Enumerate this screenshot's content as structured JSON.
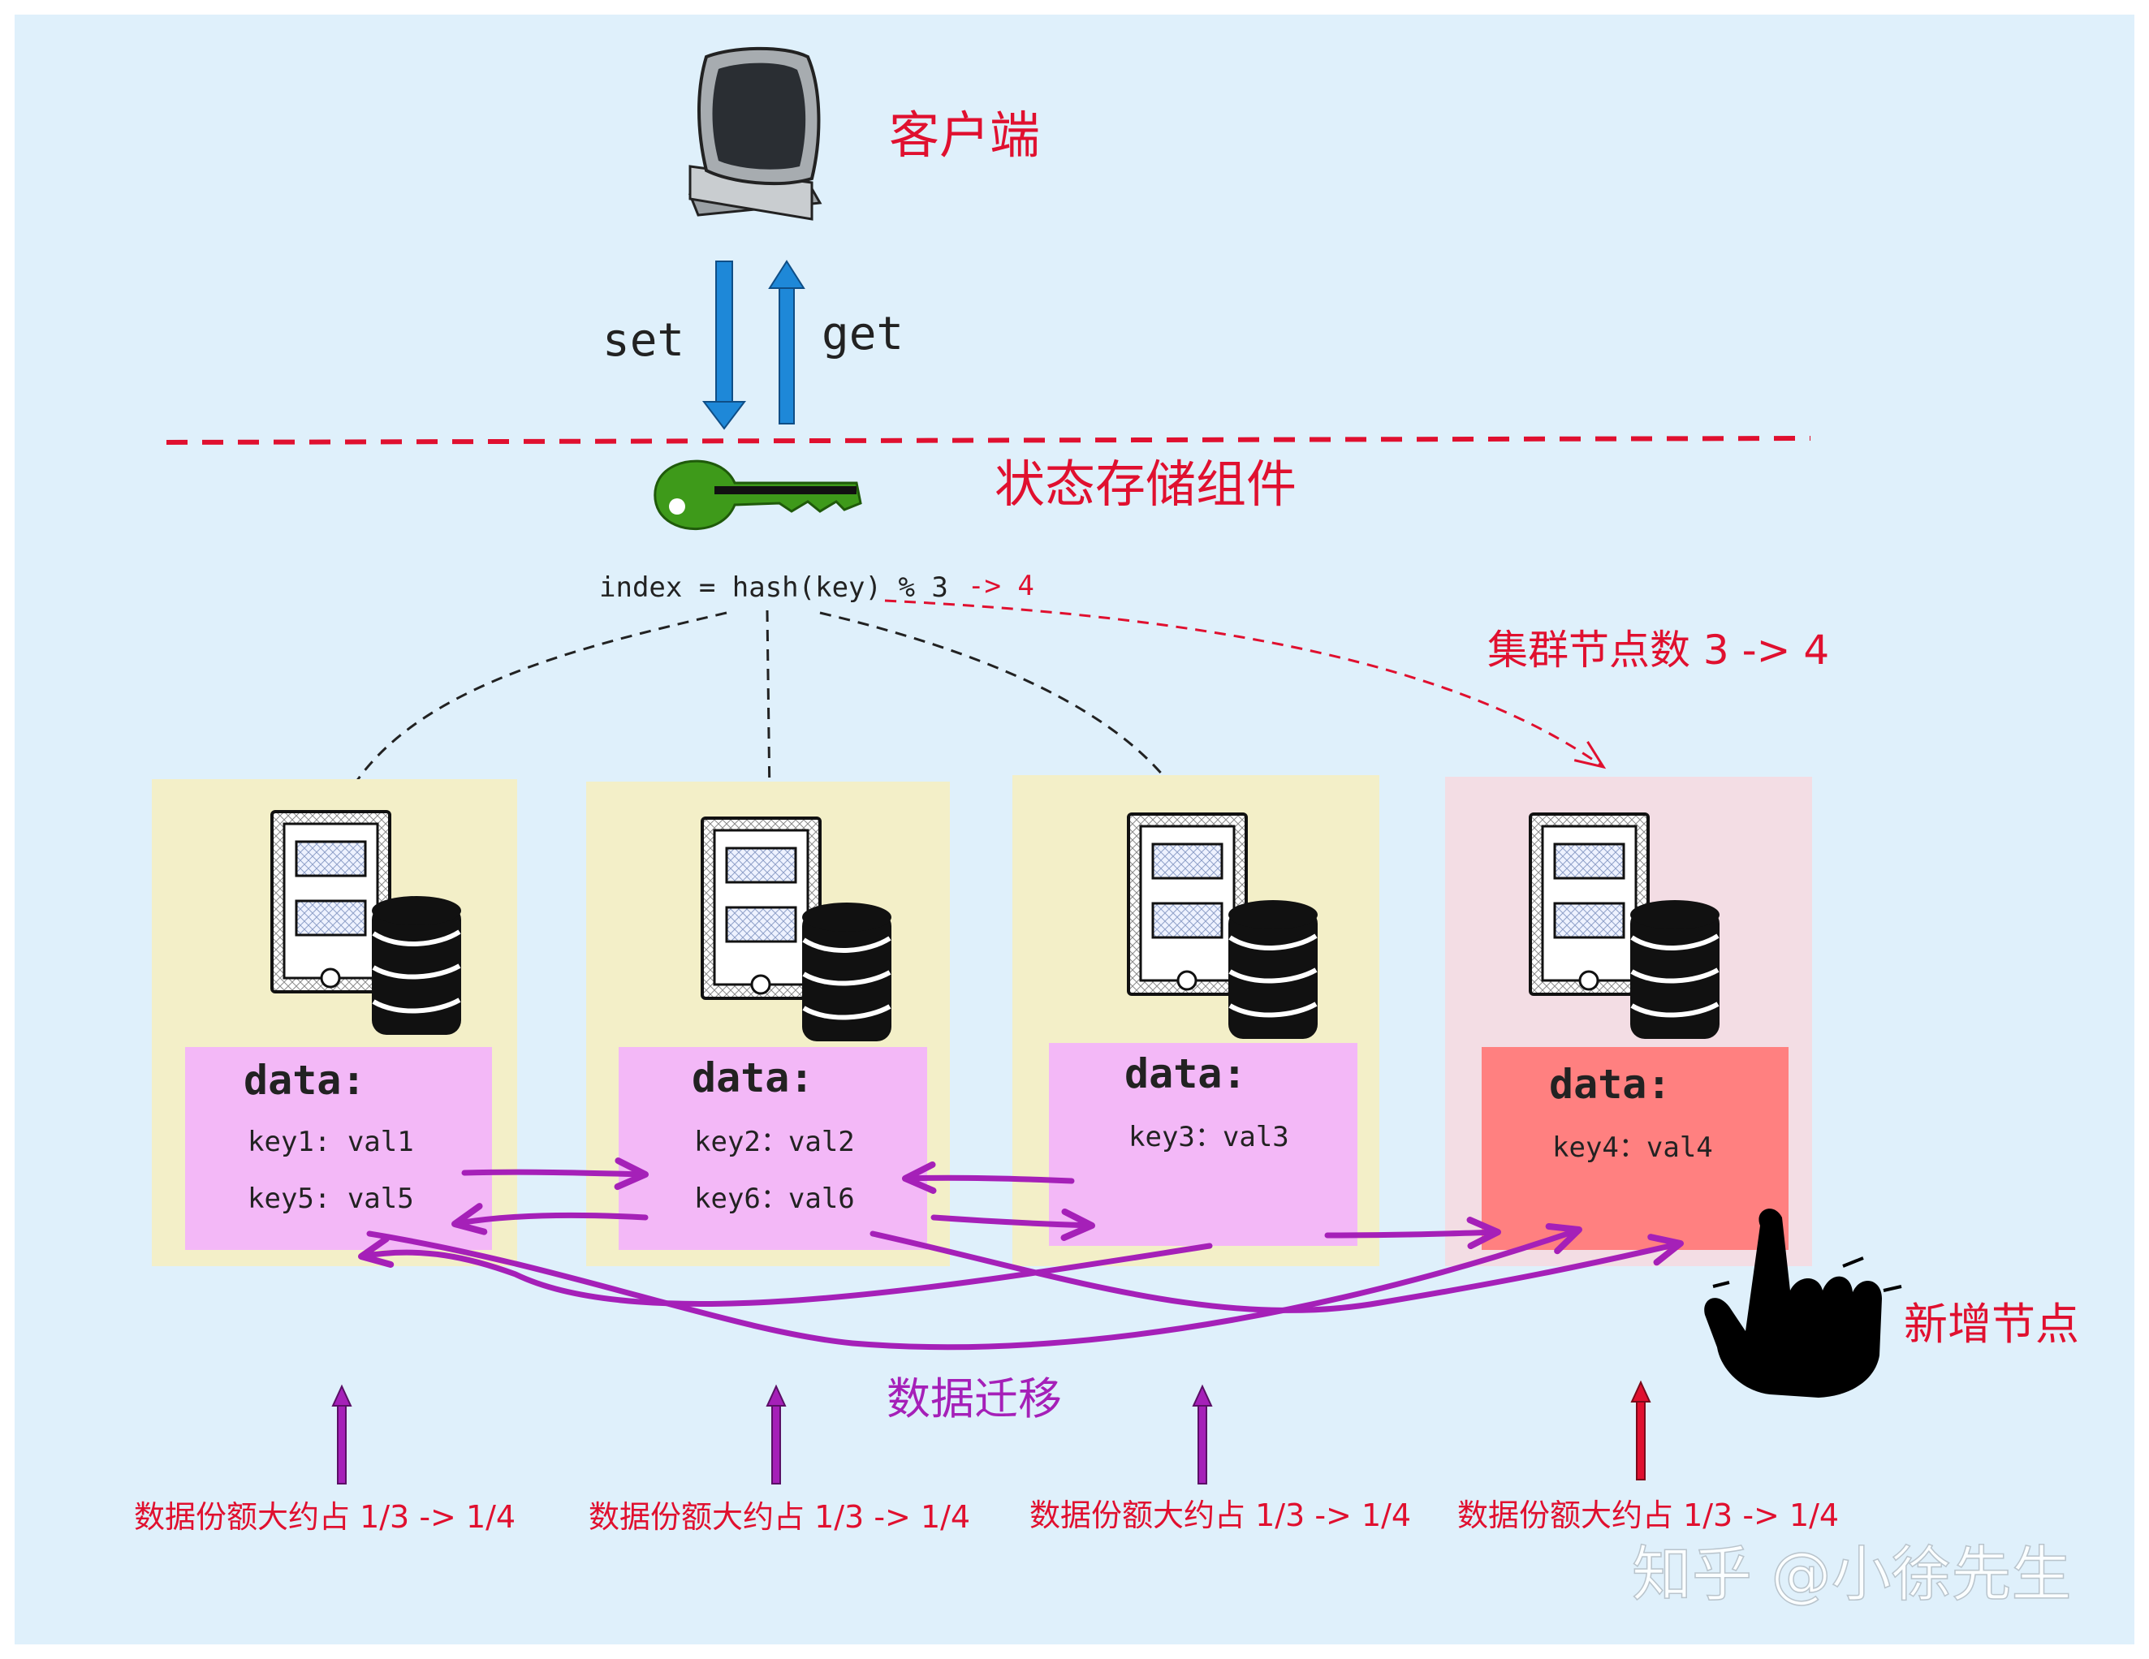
{
  "client_label": "客户端",
  "set_label": "set",
  "get_label": "get",
  "component_label": "状态存储组件",
  "hash_formula": "index = hash(key) % 3",
  "hash_change": "-> 4",
  "cluster_label": "集群节点数 3 -> 4",
  "migration_label": "数据迁移",
  "new_node_label": "新增节点",
  "watermark": "知乎 @小徐先生",
  "nodes": [
    {
      "data_label": "data:",
      "entries": [
        "key1: val1",
        "key5: val5"
      ],
      "share": "数据份额大约占 1/3 -> 1/4"
    },
    {
      "data_label": "data:",
      "entries": [
        "key2：val2",
        "key6：val6"
      ],
      "share": "数据份额大约占 1/3 -> 1/4"
    },
    {
      "data_label": "data:",
      "entries": [
        "key3：val3"
      ],
      "share": "数据份额大约占 1/3 -> 1/4"
    },
    {
      "data_label": "data:",
      "entries": [
        "key4：val4"
      ],
      "share": "数据份额大约占 1/3 -> 1/4"
    }
  ],
  "colors": {
    "background": "#dff0fb",
    "red": "#e0102f",
    "purple": "#a520b8",
    "node_bg": "#f3efc8",
    "new_node_bg": "#f3dde4",
    "data_box": "#f3b8f7",
    "new_data_box": "#ff8080",
    "blue_arrow": "#1e88d8",
    "key_green": "#3e9a1a"
  }
}
